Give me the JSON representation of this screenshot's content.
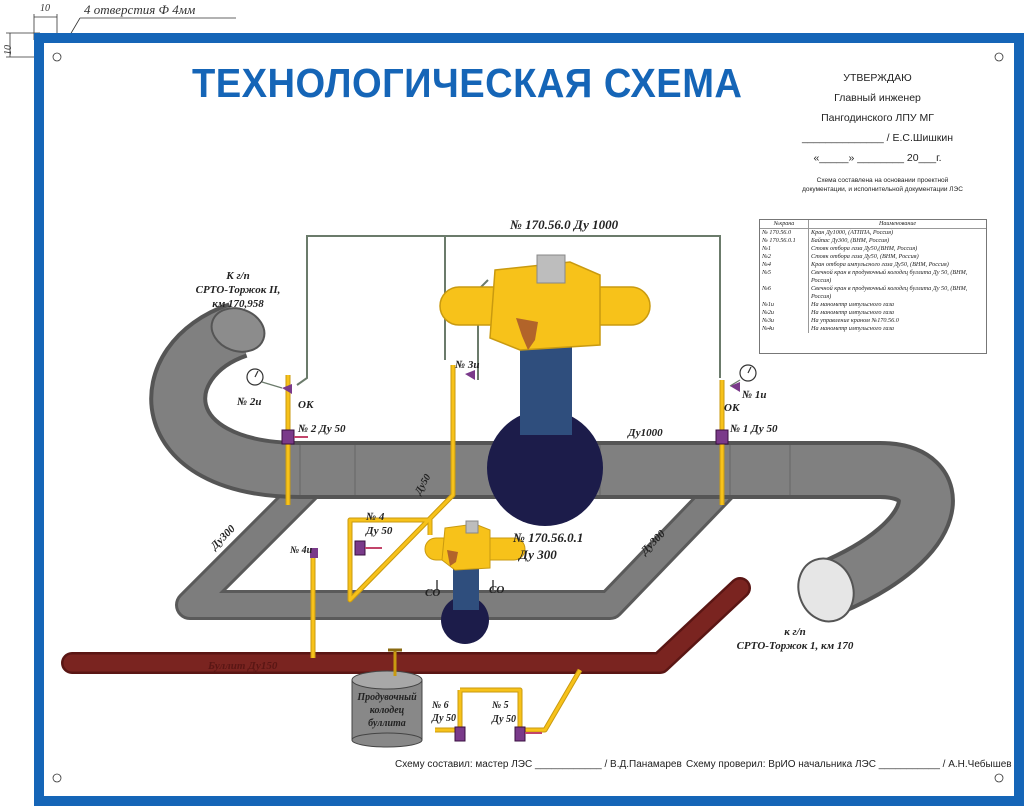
{
  "dimension": {
    "offset_top": "10",
    "offset_left": "10",
    "holes_note": "4 отверстия Ф 4мм"
  },
  "title": "ТЕХНОЛОГИЧЕСКАЯ СХЕМА",
  "approval": {
    "line1": "УТВЕРЖДАЮ",
    "line2": "Главный инженер",
    "line3": "Пангодинского ЛПУ МГ",
    "line4": "______________ / Е.С.Шишкин",
    "line5": "«_____» ________ 20___г.",
    "note": "Схема составлена на основании проектной документации, и исполнительной документации ЛЭС"
  },
  "legend": {
    "header": [
      "№крана",
      "Наименование"
    ],
    "rows": [
      {
        "id": "№ 170.56.0",
        "name": "Кран Ду1000, (АТППА, Россия)"
      },
      {
        "id": "№ 170.56.0.1",
        "name": "Байпас Ду300, (ВНМ, Россия)"
      },
      {
        "id": "№1",
        "name": "Стояк отбора газа Ду50,(ВНМ, Россия)"
      },
      {
        "id": "№2",
        "name": "Стояк отбора газа Ду50, (ВНМ, Россия)"
      },
      {
        "id": "№4",
        "name": "Кран отбора импульсного газа Ду50, (ВНМ, Россия)"
      },
      {
        "id": "№5",
        "name": "Свечной кран в продувочный колодец буллита Ду 50, (ВНМ, Россия)"
      },
      {
        "id": "№6",
        "name": "Свечной кран в продувочный колодец буллита Ду 50, (ВНМ, Россия)"
      },
      {
        "id": "№1и",
        "name": "На манометр импульсного газа"
      },
      {
        "id": "№2и",
        "name": "На манометр импульсного газа"
      },
      {
        "id": "№3и",
        "name": "На управление краном №170.56.0"
      },
      {
        "id": "№4и",
        "name": "На манометр импульсного газа"
      }
    ]
  },
  "labels": {
    "main_valve": "№ 170.56.0  Ду 1000",
    "dest_left": "К г/п",
    "dest_left2": "СРТО-Торжок II,",
    "dest_left3": "км 170,958",
    "dest_right": "к г/п",
    "dest_right2": "СРТО-Торжок 1, км 170",
    "du1000": "Ду1000",
    "du300_left": "Ду300",
    "du300_right": "Ду300",
    "du50_riser": "Ду50",
    "n2": "№ 2  Ду 50",
    "n1": "№ 1  Ду 50",
    "n2i": "№ 2и",
    "n1i": "№ 1и",
    "n3i": "№ 3и",
    "n4i": "№ 4и",
    "ok_left": "ОК",
    "ok_right": "ОК",
    "n4": "№ 4",
    "n4du": "Ду 50",
    "bypass1": "№ 170.56.0.1",
    "bypass2": "Ду 300",
    "co_left": "СО",
    "co_right": "СО",
    "bullit": "Буллит Ду150",
    "well1": "Продувочный",
    "well2": "колодец",
    "well3": "буллита",
    "n6": "№ 6",
    "n6du": "Ду 50",
    "n5": "№ 5",
    "n5du": "Ду 50"
  },
  "footer": {
    "compiled": "Схему составил: мастер ЛЭС ____________ / В.Д.Панамарев",
    "checked": "Схему проверил: ВрИО начальника ЛЭС ___________ / А.Н.Чебышев"
  },
  "colors": {
    "frame": "#1565b7",
    "pipe": "#7b7b7b",
    "valve_body": "#f7c21a",
    "valve_stem": "#2e4d7c",
    "valve_ball": "#1c1c4a",
    "bullit": "#7a2420",
    "impulse": "#f2c12e"
  }
}
